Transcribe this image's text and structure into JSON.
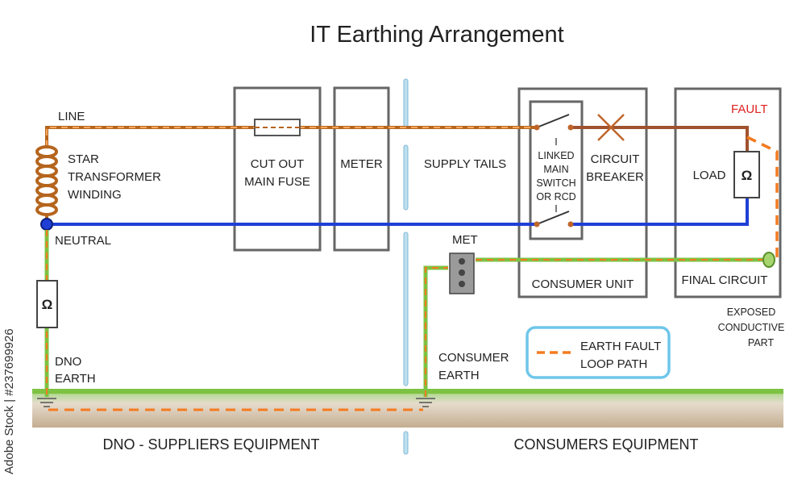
{
  "title": "IT  Earthing Arrangement",
  "labels": {
    "line": "LINE",
    "star1": "STAR",
    "star2": "TRANSFORMER",
    "star3": "WINDING",
    "neutral": "NEUTRAL",
    "dno_earth1": "DNO",
    "dno_earth2": "EARTH",
    "cutout1": "CUT OUT",
    "cutout2": "MAIN FUSE",
    "meter": "METER",
    "supply_tails": "SUPPLY TAILS",
    "met": "MET",
    "consumer_earth1": "CONSUMER",
    "consumer_earth2": "EARTH",
    "switch1": "I",
    "switch2": "LINKED",
    "switch3": "MAIN",
    "switch4": "SWITCH",
    "switch5": "OR RCD",
    "switch6": "I",
    "breaker1": "CIRCUIT",
    "breaker2": "BREAKER",
    "consumer_unit": "CONSUMER UNIT",
    "load": "LOAD",
    "fault": "FAULT",
    "final_circuit": "FINAL CIRCUIT",
    "exposed1": "EXPOSED",
    "exposed2": "CONDUCTIVE",
    "exposed3": "PART",
    "ohm_symbol": "Ω",
    "legend1": "EARTH FAULT",
    "legend2": "LOOP PATH",
    "bottom_left": "DNO - SUPPLIERS EQUIPMENT",
    "bottom_right": "CONSUMERS EQUIPMENT",
    "watermark": "Adobe Stock | #237699926"
  },
  "colors": {
    "line_conductor": "#b5651d",
    "neutral_conductor": "#1f3fd6",
    "earth_conductor": "#7dc242",
    "fault_path": "#f47b20",
    "legend_border": "#6ec6ea",
    "fault_text": "#e02020",
    "ground_grass": "#7dc242",
    "ground_soil": "#c8b49a"
  }
}
